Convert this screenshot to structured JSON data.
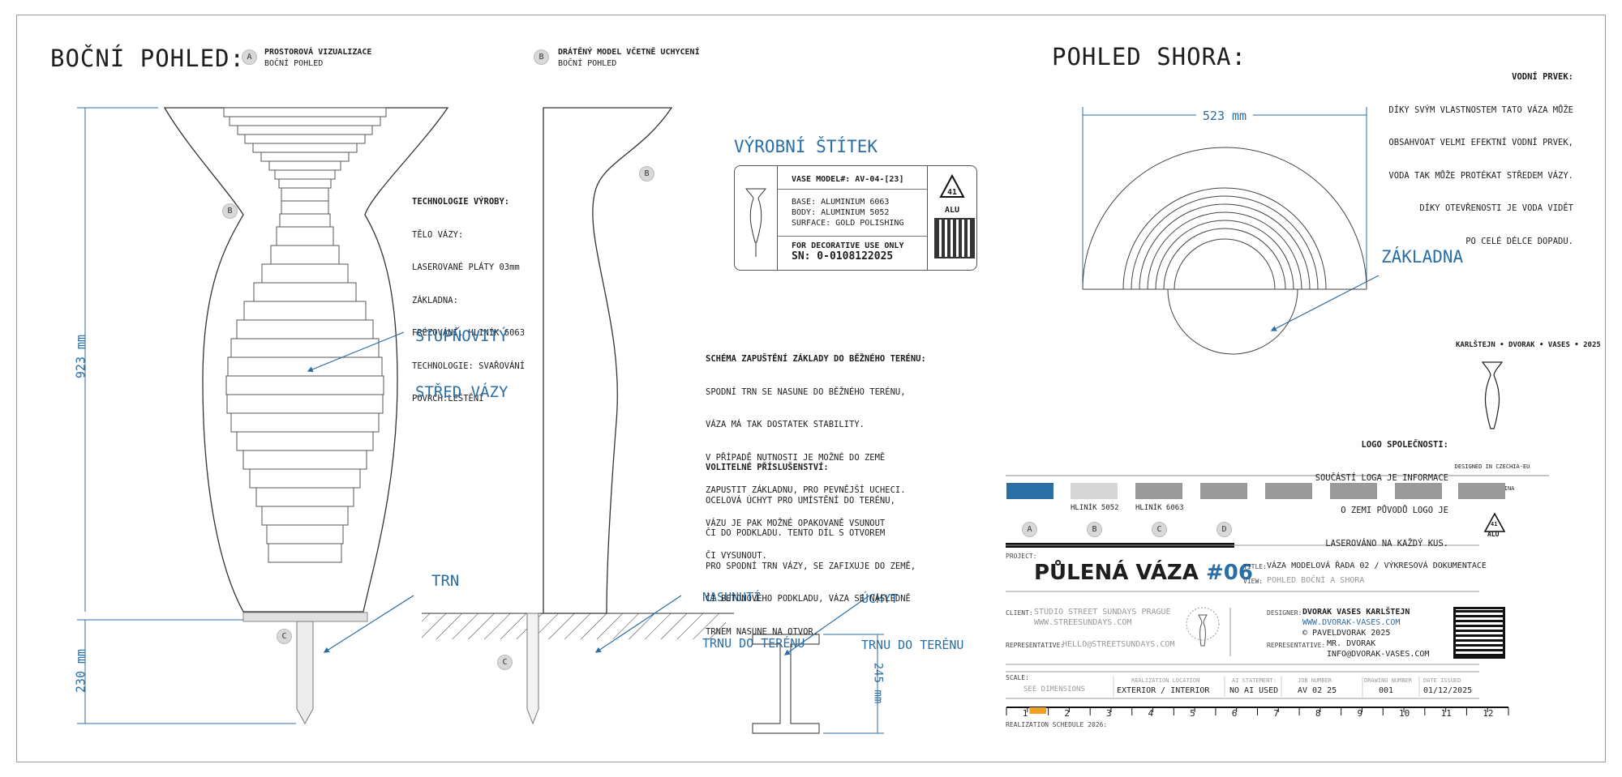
{
  "side_view": {
    "title": "BOČNÍ POHLED:",
    "badge_a": "A",
    "a_title": "PROSTOROVÁ VIZUALIZACE",
    "a_sub": "BOČNÍ POHLED",
    "badge_b": "B",
    "b_title": "DRÁTĚNÝ MODEL VČETNĚ UCHYCENÍ",
    "b_sub": "BOČNÍ POHLED",
    "dim_height": "923 mm",
    "dim_spike": "230 mm",
    "label_b": "B",
    "label_c": "C",
    "label_b2": "B",
    "label_c2": "C"
  },
  "tech": {
    "title": "TECHNOLOGIE VÝROBY:",
    "lines": [
      "TĚLO VÁZY:",
      "LASEROVANÉ PLÁTY 03mm",
      "ZÁKLADNA:",
      "FRÉZOVÁNÍ, HLINÍK 6063",
      "TECHNOLOGIE: SVAŘOVÁNÍ",
      "POVRCH:LEŠTĚNÍ"
    ]
  },
  "annotations": {
    "center_line1": "STUPŇOVITÝ",
    "center_line2": "STŘED VÁZY",
    "spike": "TRN",
    "slid_line1": "NASUNUTÍ",
    "slid_line2": "TRNU DO TERÉNU",
    "mount_line1": "ÚCHYT",
    "mount_line2": "TRNU DO TERÉNU",
    "mount_dim": "245 mm",
    "base": "ZÁKLADNA"
  },
  "plate": {
    "title": "VÝROBNÍ ŠTÍTEK",
    "model": "VASE MODEL#: AV-04-[23]",
    "base": "BASE: ALUMINIUM 6063",
    "body": "BODY: ALUMINIUM 5052",
    "surface": "SURFACE: GOLD POLISHING",
    "decorative": "FOR DECORATIVE USE ONLY",
    "sn": "SN: 0-0108122025",
    "recycle_num": "41",
    "recycle_txt": "ALU"
  },
  "schema": {
    "title": "SCHÉMA ZAPUŠTĚNÍ ZÁKLADY DO BĚŽNÉHO TERÉNU:",
    "lines": [
      "SPODNÍ TRN SE NASUNE DO BĚŽNÉHO TERÉNU,",
      "VÁZA MÁ TAK DOSTATEK STABILITY.",
      "V PŘÍPADĚ NUTNOSTI JE MOŽNÉ DO ZEMĚ",
      "ZAPUSTIT ZÁKLADNU, PRO PEVNĚJŠÍ UCHECI.",
      "VÁZU JE PAK MOŽNÉ OPAKOVANĚ VSUNOUT",
      "ČI VYSUNOUT."
    ]
  },
  "accessory": {
    "title": "VOLITELNÉ PŘÍSLUŠENSTVÍ:",
    "lines": [
      "OCELOVÁ ÚCHYT PRO UMÍSTĚNÍ DO TERÉNU,",
      "ČI DO PODKLADU. TENTO DÍL S OTVOREM",
      "PRO SPODNÍ TRN VÁZY, SE ZAFIXUJE DO ZEMĚ,",
      "ČI BETONOVÉHO PODKLADU, VÁZA SE NÁSLEDNĚ",
      "TRNEM NASUNE NA OTVOR."
    ]
  },
  "top_view": {
    "title": "POHLED SHORA:",
    "dim": "523 mm",
    "water_title": "VODNÍ PRVEK:",
    "water_lines": [
      "DÍKY SVÝM VLASTNOSTEM TATO VÁZA MŮŽE",
      "OBSAHVOAT VELMI EFEKTNÍ VODNÍ PRVEK,",
      "VODA TAK MŮŽE PROTÉKAT STŘEDEM VÁZY.",
      "DÍKY OTEVŘENOSTI JE VODA VIDĚT",
      "PO CELÉ DÉLCE DOPADU."
    ]
  },
  "logo": {
    "ring_text": "KARLŠTEJN • DVORAK • VASES • 2025",
    "title": "LOGO SPOLEČNOSTI:",
    "lines": [
      "SOUČÁSTÍ LOGA JE INFORMACE",
      "O ZEMI PŮVODŮ LOGO JE",
      "LASEROVÁNO NA KAŽDÝ KUS."
    ],
    "designed": "DESIGNED IN CZECHIA-EU",
    "made": "MADE IN CHINA"
  },
  "materials": {
    "colors": [
      "#2a6ea6",
      "#d6d6d6",
      "#9a9a9a",
      "#9a9a9a",
      "#9a9a9a",
      "#9a9a9a",
      "#9a9a9a",
      "#9a9a9a"
    ],
    "labels": [
      "HLINÍK 5052",
      "HLINÍK 6063"
    ],
    "letters": [
      "A",
      "B",
      "C",
      "D"
    ],
    "alu_num": "41",
    "alu_txt": "ALU"
  },
  "title_block": {
    "project_lbl": "PROJECT:",
    "project": "PŮLENÁ VÁZA",
    "project_num": "#06",
    "title_lbl": "TITLE:",
    "title": "VÁZA MODELOVÁ ŘADA 02 / VÝKRESOVÁ DOKUMENTACE",
    "view_lbl": "VIEW:",
    "view": "POHLED BOČNÍ A SHORA",
    "client_lbl": "CLIENT:",
    "client": "STUDIO STREET SUNDAYS PRAGUE",
    "client_url": "WWW.STREESUNDAYS.COM",
    "rep_lbl": "REPRESENTATIVE:",
    "rep": "HELLO@STREETSUNDAYS.COM",
    "designer_lbl": "DESIGNER:",
    "designer": "DVORAK VASES KARLŠTEJN",
    "designer_url": "WWW.DVORAK-VASES.COM",
    "designer_copy": "© PAVELDVORAK 2025",
    "rep2_lbl": "REPRESENTATIVE:",
    "rep2": "MR. DVORAK",
    "rep2_mail": "INFO@DVORAK-VASES.COM",
    "scale_lbl": "SCALE:",
    "scale": "SEE DIMENSIONS",
    "loc_lbl": "REALIZATION LOCATION",
    "loc": "EXTERIOR / INTERIOR",
    "ai_lbl": "AI STATEMENT:",
    "ai": "NO AI USED",
    "job_lbl": "JOB NUMBER",
    "job": "AV 02 25",
    "draw_lbl": "DRAWING NUMBER",
    "draw": "001",
    "date_lbl": "DATE ISSUED",
    "date": "01/12/2025",
    "schedule": [
      "1",
      "2",
      "3",
      "4",
      "5",
      "6",
      "7",
      "8",
      "9",
      "10",
      "11",
      "12"
    ],
    "schedule_lbl": "REALIZATION SCHEDULE 2026:",
    "schedule_highlight": 1,
    "highlight_color": "#f0a020"
  }
}
